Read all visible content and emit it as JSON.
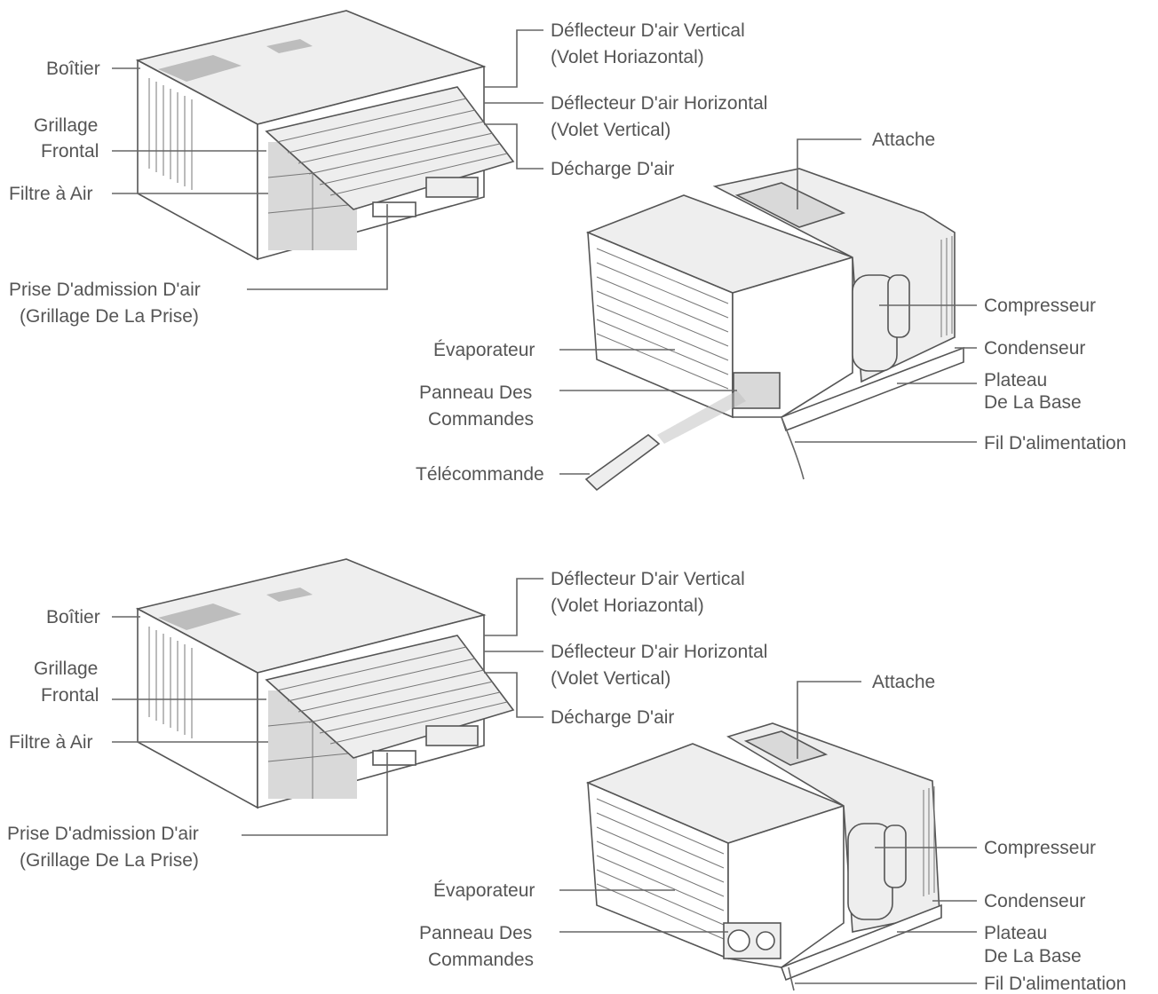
{
  "diagrams": [
    {
      "labels": {
        "boitier": "Boîtier",
        "grillage_frontal_1": "Grillage",
        "grillage_frontal_2": "Frontal",
        "filtre": "Filtre à Air",
        "prise_1": "Prise D'admission D'air",
        "prise_2": "(Grillage De La Prise)",
        "deflecteur_vertical_1": "Déflecteur D'air Vertical",
        "deflecteur_vertical_2": "(Volet Horiazontal)",
        "deflecteur_horizontal_1": "Déflecteur D'air Horizontal",
        "deflecteur_horizontal_2": "(Volet Vertical)",
        "decharge": "Décharge D'air",
        "attache": "Attache",
        "compresseur": "Compresseur",
        "condenseur": "Condenseur",
        "plateau_1": "Plateau",
        "plateau_2": "De La Base",
        "fil": "Fil D'alimentation",
        "evaporateur": "Évaporateur",
        "panneau_1": "Panneau Des",
        "panneau_2": "Commandes",
        "telecommande": "Télécommande"
      }
    },
    {
      "labels": {
        "boitier": "Boîtier",
        "grillage_frontal_1": "Grillage",
        "grillage_frontal_2": "Frontal",
        "filtre": "Filtre à Air",
        "prise_1": "Prise D'admission D'air",
        "prise_2": "(Grillage De La Prise)",
        "deflecteur_vertical_1": "Déflecteur D'air Vertical",
        "deflecteur_vertical_2": "(Volet Horiazontal)",
        "deflecteur_horizontal_1": "Déflecteur D'air Horizontal",
        "deflecteur_horizontal_2": "(Volet Vertical)",
        "decharge": "Décharge D'air",
        "attache": "Attache",
        "compresseur": "Compresseur",
        "condenseur": "Condenseur",
        "plateau_1": "Plateau",
        "plateau_2": "De La Base",
        "fil": "Fil D'alimentation",
        "evaporateur": "Évaporateur",
        "panneau_1": "Panneau Des",
        "panneau_2": "Commandes"
      }
    }
  ]
}
